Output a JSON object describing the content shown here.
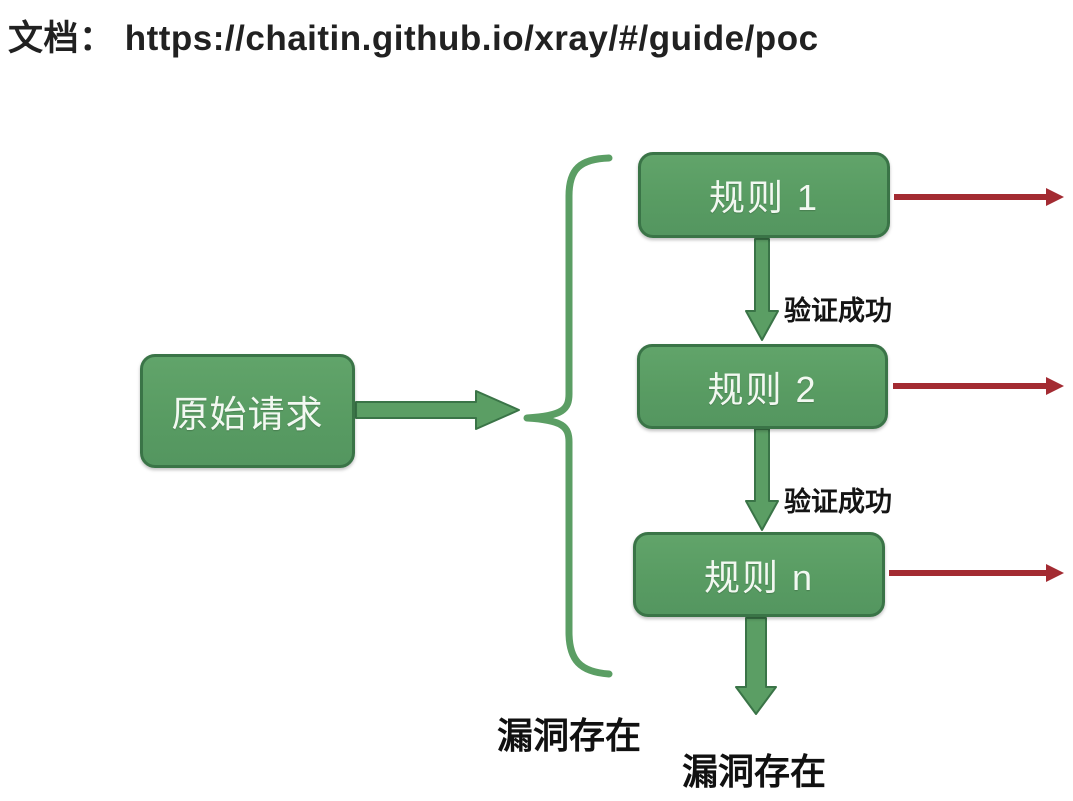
{
  "header": {
    "title": "文档： https://chaitin.github.io/xray/#/guide/poc"
  },
  "diagram": {
    "source_node": {
      "label": "原始请求"
    },
    "rule_nodes": [
      {
        "label": "规则 1"
      },
      {
        "label": "规则 2"
      },
      {
        "label": "规则 n"
      }
    ],
    "success_labels": [
      {
        "text": "验证成功"
      },
      {
        "text": "验证成功"
      }
    ],
    "outcome_labels": [
      {
        "text": "漏洞存在"
      },
      {
        "text": "漏洞存在"
      }
    ],
    "colors": {
      "node_fill": "#5b9e64",
      "node_border": "#3a7447",
      "green_arrow": "#5b9e64",
      "red_arrow": "#a32b32",
      "label_text": "#151515",
      "title_text": "#212121"
    }
  }
}
